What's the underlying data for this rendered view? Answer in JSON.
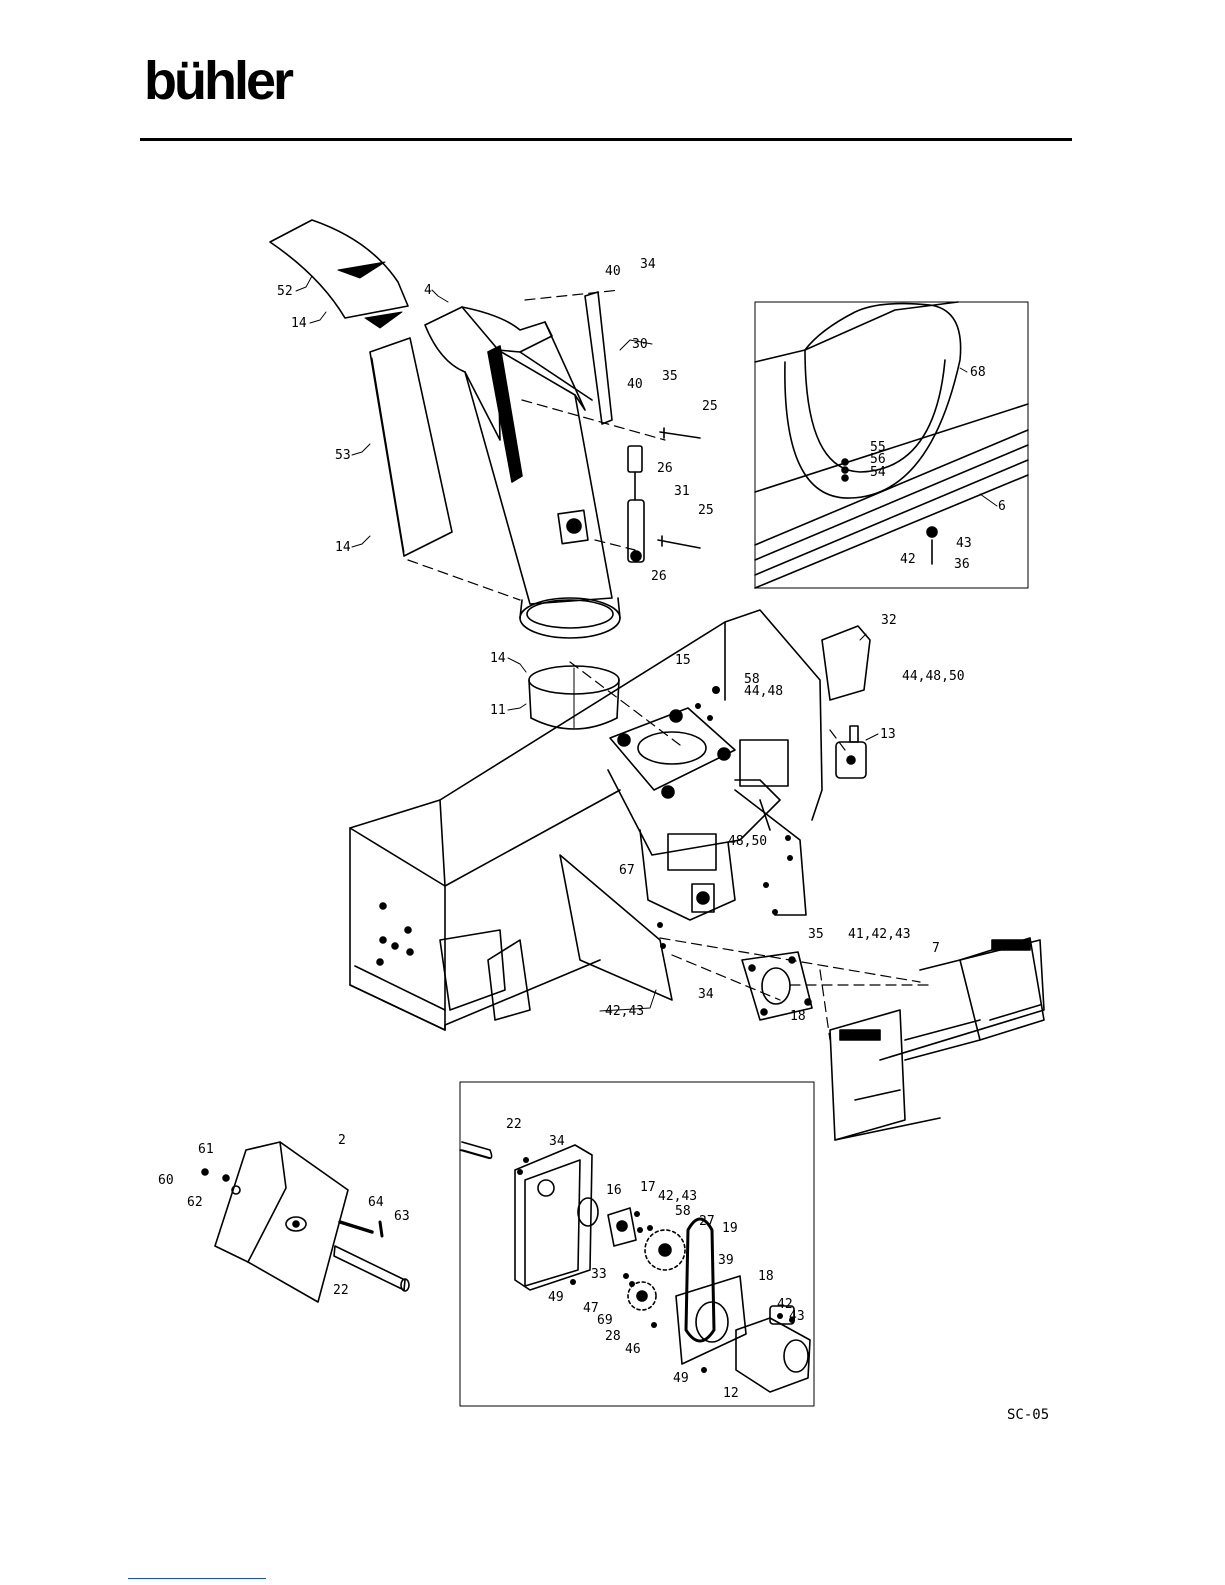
{
  "header": {
    "brand": "bühler"
  },
  "diagram": {
    "labels": {
      "l52": "52",
      "l14a": "14",
      "l4": "4",
      "l40a": "40",
      "l34a": "34",
      "l30": "30",
      "l40b": "40",
      "l35a": "35",
      "l25a": "25",
      "l26a": "26",
      "l31": "31",
      "l25b": "25",
      "l26b": "26",
      "l53": "53",
      "l14b": "14",
      "l68": "68",
      "l55": "55",
      "l56": "56",
      "l54": "54",
      "l6": "6",
      "l43a": "43",
      "l42a": "42",
      "l36": "36",
      "l32": "32",
      "l14c": "14",
      "l15": "15",
      "l58a": "58",
      "l4448a": "44,48",
      "l444850": "44,48,50",
      "l11": "11",
      "l13": "13",
      "l4850": "48,50",
      "l67": "67",
      "l35b": "35",
      "l414243": "41,42,43",
      "l7": "7",
      "l4243a": "42,43",
      "l34b": "34",
      "l18a": "18",
      "l2": "2",
      "l61": "61",
      "l60": "60",
      "l62": "62",
      "l64": "64",
      "l63": "63",
      "l22a": "22",
      "l22b": "22",
      "l34c": "34",
      "l16": "16",
      "l17": "17",
      "l4243b": "42,43",
      "l58b": "58",
      "l27": "27",
      "l19": "19",
      "l39": "39",
      "l33": "33",
      "l49a": "49",
      "l47": "47",
      "l69": "69",
      "l18b": "18",
      "l42b": "42",
      "l43b": "43",
      "l28": "28",
      "l46": "46",
      "l49b": "49",
      "l12": "12"
    }
  },
  "footer": {
    "code": "SC-05"
  }
}
